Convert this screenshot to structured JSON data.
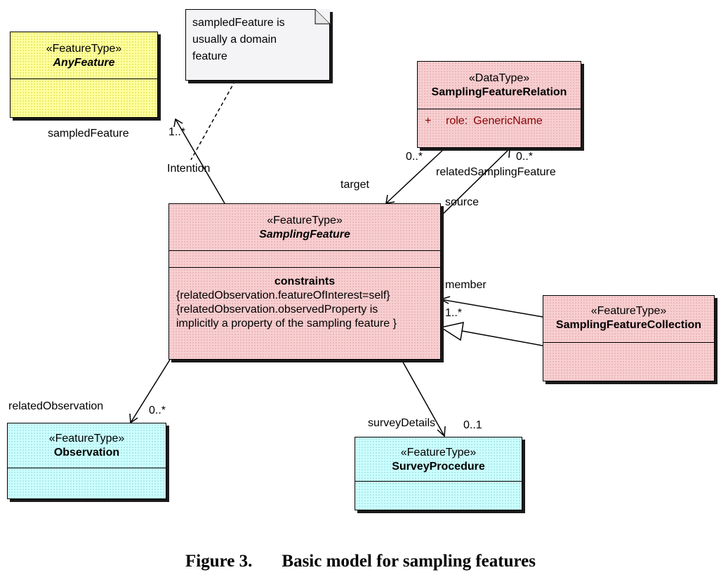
{
  "classes": {
    "any_feature": {
      "stereotype": "«FeatureType»",
      "name": "AnyFeature"
    },
    "sampling_feature_relation": {
      "stereotype": "«DataType»",
      "name": "SamplingFeatureRelation",
      "attribute": {
        "visibility": "+",
        "name": "role:",
        "type": "GenericName"
      }
    },
    "sampling_feature": {
      "stereotype": "«FeatureType»",
      "name": "SamplingFeature",
      "constraints_title": "constraints",
      "constraints": [
        "{relatedObservation.featureOfInterest=self}",
        "{relatedObservation.observedProperty is",
        "implicitly a property of the sampling feature }"
      ]
    },
    "sampling_feature_collection": {
      "stereotype": "«FeatureType»",
      "name": "SamplingFeatureCollection"
    },
    "observation": {
      "stereotype": "«FeatureType»",
      "name": "Observation"
    },
    "survey_procedure": {
      "stereotype": "«FeatureType»",
      "name": "SurveyProcedure"
    }
  },
  "note": {
    "lines": [
      "sampledFeature is",
      "usually a domain",
      "feature"
    ]
  },
  "labels": {
    "sampled_feature": "sampledFeature",
    "sampled_feature_mult": "1..*",
    "intention": "Intention",
    "target": "target",
    "target_mult": "0..*",
    "related_sampling_feature": "relatedSamplingFeature",
    "related_sampling_feature_mult": "0..*",
    "source": "source",
    "member": "member",
    "member_mult": "1..*",
    "related_observation": "relatedObservation",
    "related_observation_mult": "0..*",
    "survey_details": "surveyDetails",
    "survey_details_mult": "0..1"
  },
  "caption": {
    "figure": "Figure 3.",
    "title": "Basic model for sampling features"
  }
}
